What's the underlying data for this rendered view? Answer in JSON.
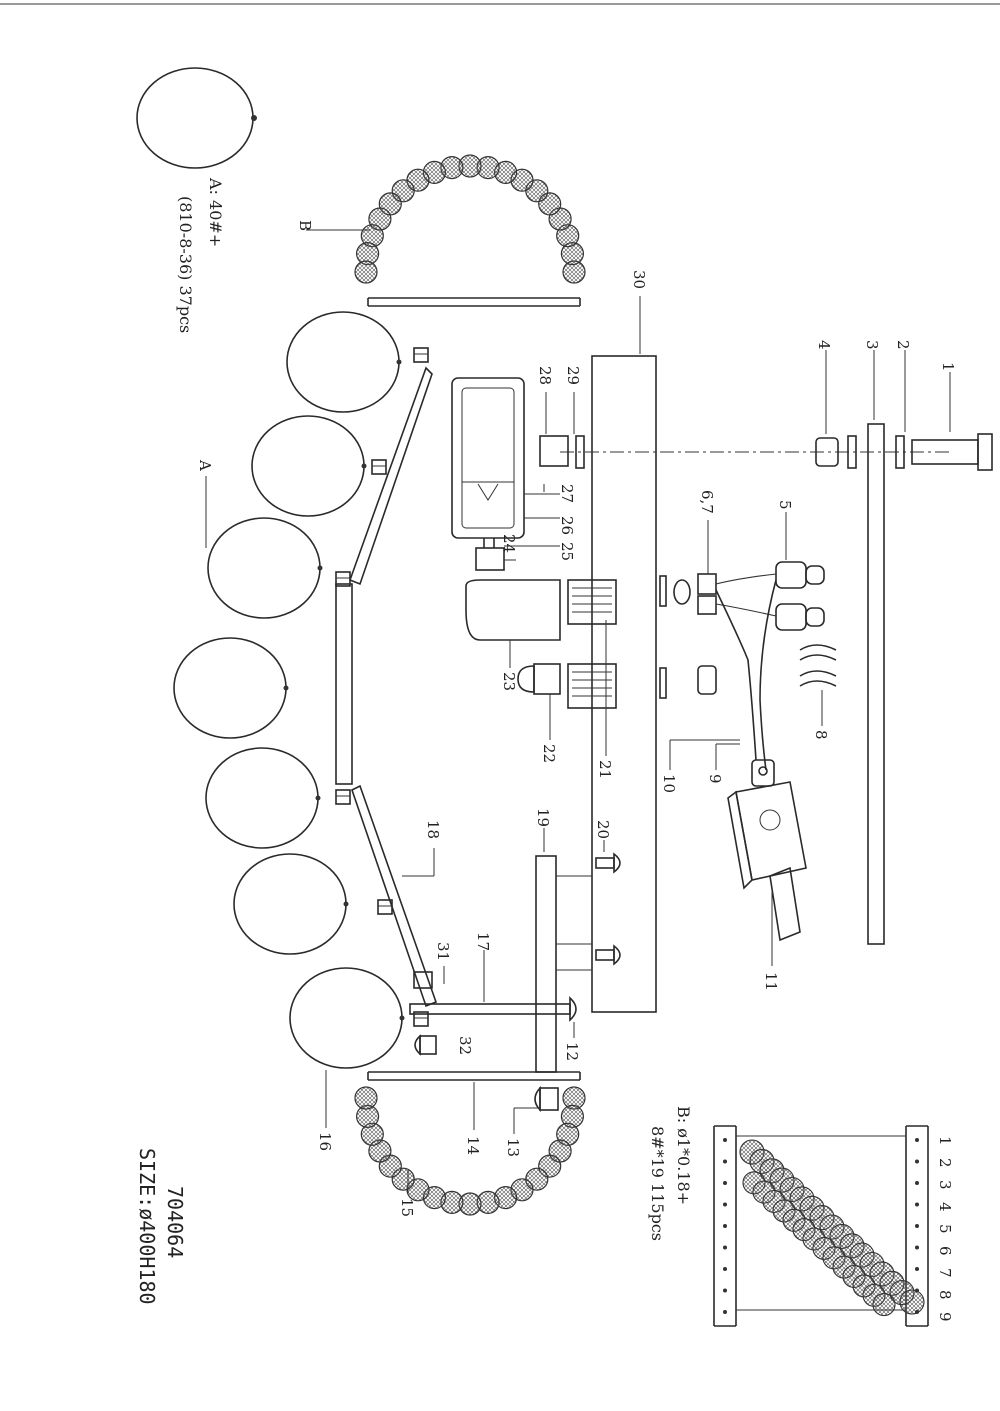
{
  "labels": {
    "p1": "1",
    "p2": "2",
    "p3": "3",
    "p4": "4",
    "p5": "5",
    "p67": "6,7",
    "p8": "8",
    "p9": "9",
    "p10": "10",
    "p11": "11",
    "p12": "12",
    "p13": "13",
    "p14": "14",
    "p15": "15",
    "p16": "16",
    "p17": "17",
    "p18": "18",
    "p19": "19",
    "p20": "20",
    "p21": "21",
    "p22": "22",
    "p23": "23",
    "p24": "24",
    "p25": "25",
    "p26": "26",
    "p27": "27",
    "p28": "28",
    "p29": "29",
    "p30": "30",
    "p31": "31",
    "p32": "32",
    "A": "A",
    "B": "B"
  },
  "notes": {
    "a_line1": "A:  40#+",
    "a_line2": "(810-8-36)  37pcs",
    "b_line1": "B:  ø1*0.18+",
    "b_line2": "8#*19  115pcs",
    "model": "704064",
    "size": "SIZE:ø400H180"
  },
  "strand_numbers": [
    "1",
    "2",
    "3",
    "4",
    "5",
    "6",
    "7",
    "8",
    "9"
  ]
}
